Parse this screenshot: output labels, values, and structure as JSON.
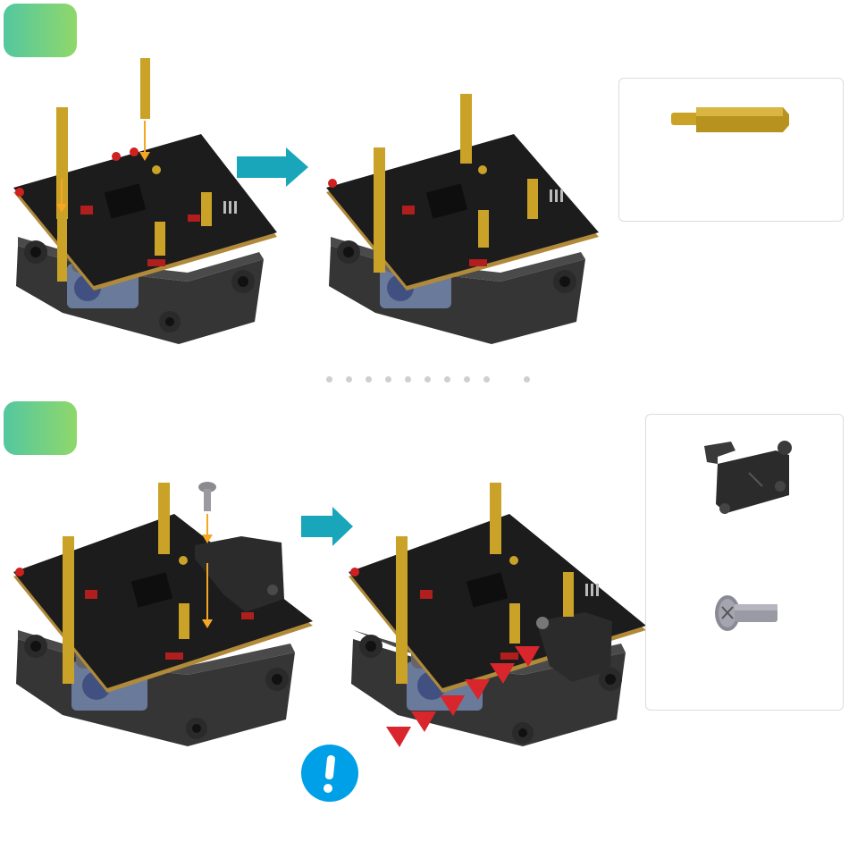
{
  "steps": [
    {
      "id": "step-1",
      "parts": [
        {
          "name": "brass-standoff-icon"
        }
      ]
    },
    {
      "id": "step-2",
      "parts": [
        {
          "name": "servo-bracket-icon"
        },
        {
          "name": "screw-icon"
        }
      ]
    }
  ],
  "separator_dots": 10,
  "colors": {
    "badge_start": "#53c7a0",
    "badge_end": "#8fd86a",
    "arrow_teal": "#1aa6ba",
    "guide_orange": "#f5a623",
    "warning_red": "#d9262c",
    "notice_blue": "#00a0e8",
    "brass": "#c9a227",
    "board": "#1c1c1c",
    "chassis": "#3a3a3a"
  }
}
